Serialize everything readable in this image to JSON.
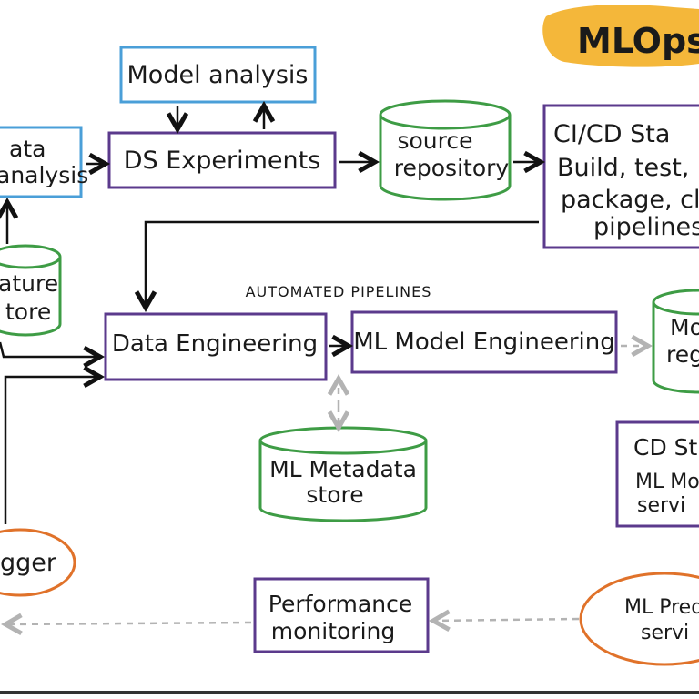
{
  "title": "MLOps",
  "boxes": {
    "model_analysis": "Model analysis",
    "data_analysis": [
      "ata",
      "analysis"
    ],
    "ds_experiments": "DS Experiments",
    "source_repository": [
      "source",
      "repository"
    ],
    "cicd": [
      "CI/CD Sta",
      "Build, test,",
      "package, cl",
      "pipelines"
    ],
    "feature_store": [
      "ature",
      "tore"
    ],
    "automated_pipelines": "AUTOMATED PIPELINES",
    "data_engineering": "Data Engineering",
    "ml_model_engineering": "ML Model Engineering",
    "model_registry": [
      "Mo",
      "reg"
    ],
    "ml_metadata_store": [
      "ML Metadata",
      "store"
    ],
    "cd_stage": [
      "CD St",
      "ML Mo",
      "servi"
    ],
    "trigger": "gger",
    "performance_monitoring": [
      "Performance",
      "monitoring"
    ],
    "ml_prediction_service": [
      "ML Pred",
      "servi"
    ]
  },
  "colors": {
    "blue": "#4a9fd8",
    "purple": "#5b3a8c",
    "green": "#3e9c45",
    "orange": "#e0722a",
    "gray": "#b3b3b3",
    "title_bg": "#f4b73a"
  }
}
